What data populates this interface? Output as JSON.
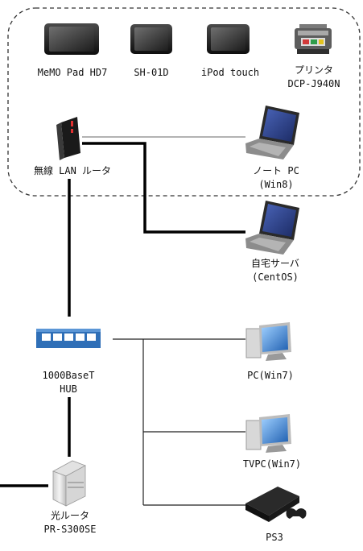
{
  "devices": {
    "memo_pad": {
      "label": "MeMO Pad HD7"
    },
    "sh01d": {
      "label": "SH-01D"
    },
    "ipod": {
      "label": "iPod touch"
    },
    "printer": {
      "label1": "プリンタ",
      "label2": "DCP-J940N"
    },
    "wireless_router": {
      "label": "無線 LAN ルータ"
    },
    "notebook": {
      "label1": "ノート PC",
      "label2": "(Win8)"
    },
    "home_server": {
      "label1": "自宅サーバ",
      "label2": "(CentOS)"
    },
    "hub": {
      "label1": "1000BaseT",
      "label2": "HUB"
    },
    "pc": {
      "label": "PC(Win7)"
    },
    "tvpc": {
      "label": "TVPC(Win7)"
    },
    "optical_router": {
      "label1": "光ルータ",
      "label2": "PR-S300SE"
    },
    "ps3": {
      "label": "PS3"
    }
  },
  "colors": {
    "wired_link": "#000000",
    "wireless_link": "#9a9a9a",
    "hub_body": "#2f6fb7",
    "monitor_screen": "#3d86d6"
  }
}
